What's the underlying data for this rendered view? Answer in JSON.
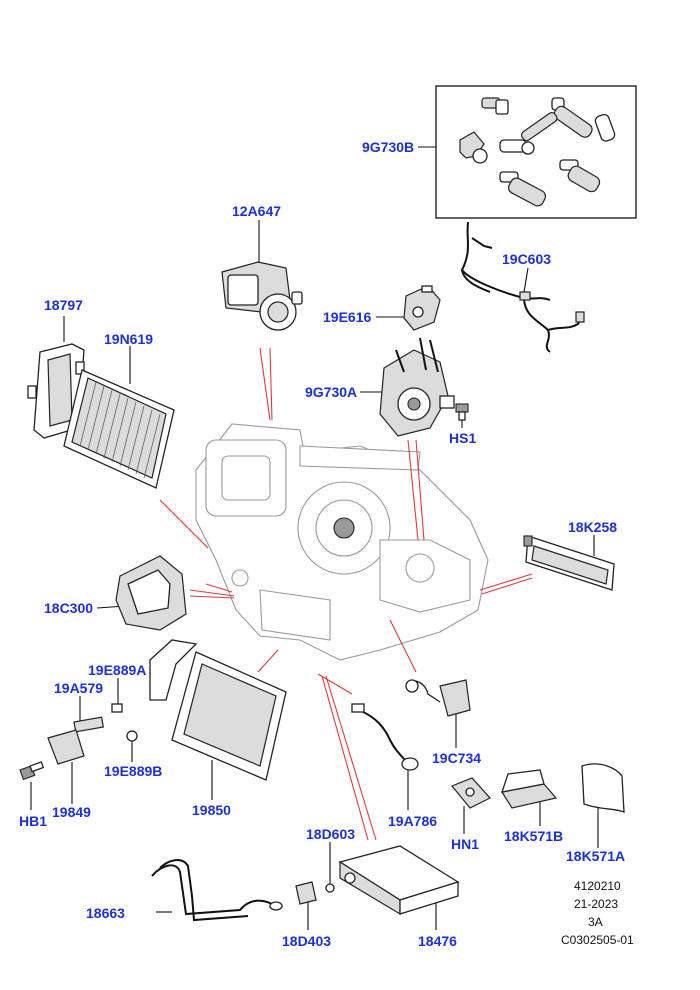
{
  "labels": {
    "9G730B": "9G730B",
    "12A647": "12A647",
    "19C603": "19C603",
    "19E616": "19E616",
    "18797": "18797",
    "19N619": "19N619",
    "9G730A": "9G730A",
    "HS1": "HS1",
    "18K258": "18K258",
    "18C300": "18C300",
    "19E889A": "19E889A",
    "19A579": "19A579",
    "19E889B": "19E889B",
    "19849": "19849",
    "19850": "19850",
    "HB1": "HB1",
    "19C734": "19C734",
    "19A786": "19A786",
    "HN1": "HN1",
    "18K571B": "18K571B",
    "18K571A": "18K571A",
    "18D603": "18D603",
    "18663": "18663",
    "18D403": "18D403",
    "18476": "18476"
  },
  "footer": {
    "line1": "4120210",
    "line2": "21-2023",
    "line3": "3A",
    "line4": "C0302505-01"
  },
  "colors": {
    "label": "#1a2fe0",
    "callout": "#e23a3a"
  }
}
